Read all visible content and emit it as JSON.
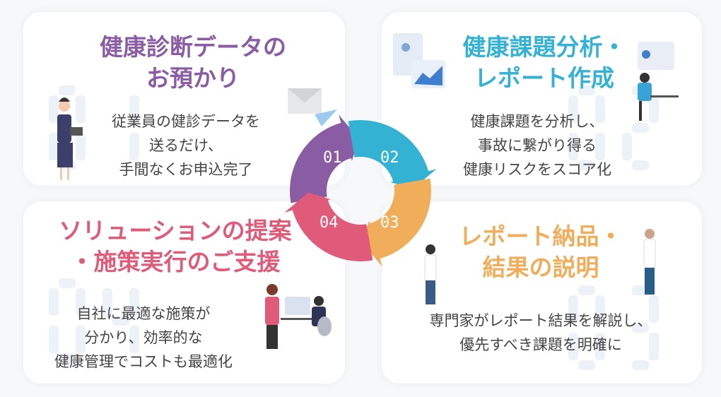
{
  "colors": {
    "step1": "#8a5ca3",
    "step2": "#33b2d4",
    "step3": "#f0ad5a",
    "step4": "#e05a7a"
  },
  "cycle": {
    "labels": [
      "01",
      "02",
      "03",
      "04"
    ]
  },
  "steps": [
    {
      "number": "01",
      "title_lines": [
        "健康診断データの",
        "お預かり"
      ],
      "desc_lines": [
        "従業員の健診データを",
        "送るだけ、",
        "手間なくお申込完了"
      ]
    },
    {
      "number": "02",
      "title_lines": [
        "健康課題分析・",
        "レポート作成"
      ],
      "desc_lines": [
        "健康課題を分析し、",
        "事故に繋がり得る",
        "健康リスクをスコア化"
      ]
    },
    {
      "number": "03",
      "title_lines": [
        "レポート納品・",
        "結果の説明"
      ],
      "desc_lines": [
        "専門家がレポート結果を解説し、",
        "優先すべき課題を明確に"
      ]
    },
    {
      "number": "04",
      "title_lines": [
        "ソリューションの提案",
        "・施策実行のご支援"
      ],
      "desc_lines": [
        "自社に最適な施策が",
        "分かり、効率的な",
        "健康管理でコストも最適化"
      ]
    }
  ]
}
